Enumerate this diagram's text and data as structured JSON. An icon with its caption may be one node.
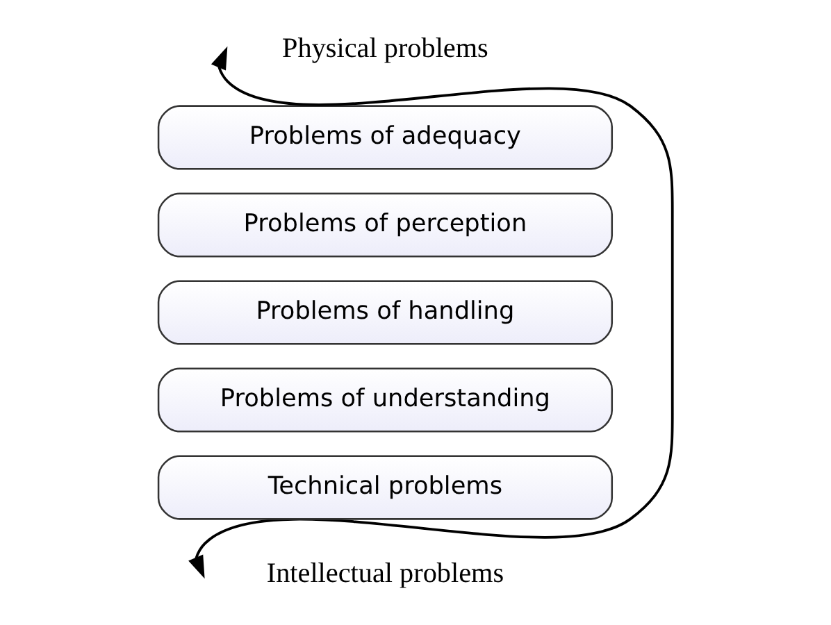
{
  "diagram": {
    "nodes": [
      {
        "text": [
          "Physical problems"
        ]
      },
      {
        "text": [
          "Problems of adequacy"
        ]
      },
      {
        "text": [
          "Problems of perception"
        ]
      },
      {
        "text": [
          "Problems of handling"
        ]
      },
      {
        "text": [
          "Problems of understanding"
        ]
      },
      {
        "text": [
          "Technical problems"
        ]
      },
      {
        "text": [
          "Intellectual problems"
        ]
      }
    ],
    "edges": [
      {
        "from": 0,
        "to": 6,
        "arrow": "both"
      }
    ]
  }
}
